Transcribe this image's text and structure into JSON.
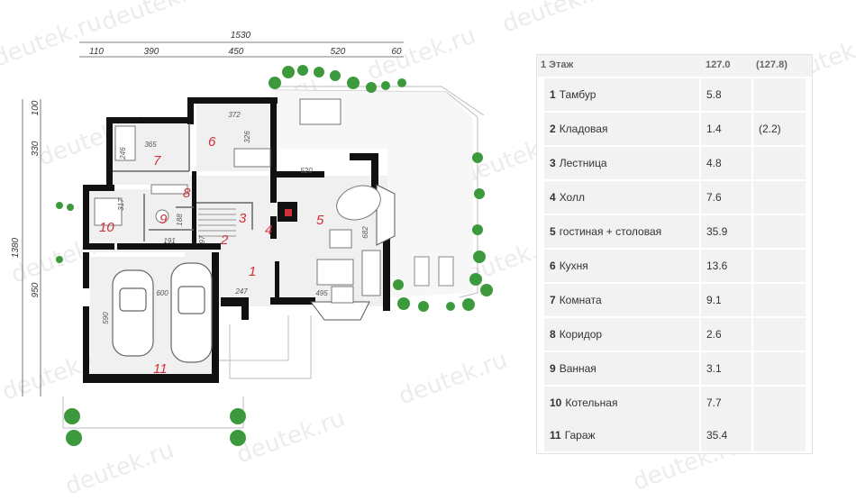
{
  "watermark": "deutek.ru",
  "plan": {
    "total_width": "1530",
    "top_dims": [
      "110",
      "390",
      "450",
      "520",
      "60"
    ],
    "left_dims": [
      "1380",
      "100",
      "330",
      "950"
    ],
    "inner_dims": [
      "372",
      "365",
      "326",
      "246",
      "520",
      "317",
      "188",
      "191",
      "97",
      "682",
      "600",
      "590",
      "247",
      "495"
    ],
    "room_numbers": [
      "1",
      "2",
      "3",
      "4",
      "5",
      "6",
      "7",
      "8",
      "9",
      "10",
      "11"
    ]
  },
  "table": {
    "header": {
      "floor": "1 Этаж",
      "area": "127.0",
      "area_alt": "(127.8)"
    },
    "rows": [
      {
        "num": "1",
        "name": "Тамбур",
        "area": "5.8",
        "alt": ""
      },
      {
        "num": "2",
        "name": "Кладовая",
        "area": "1.4",
        "alt": "(2.2)"
      },
      {
        "num": "3",
        "name": "Лестница",
        "area": "4.8",
        "alt": ""
      },
      {
        "num": "4",
        "name": "Холл",
        "area": "7.6",
        "alt": ""
      },
      {
        "num": "5",
        "name": "гостиная + столовая",
        "area": "35.9",
        "alt": ""
      },
      {
        "num": "6",
        "name": "Кухня",
        "area": "13.6",
        "alt": ""
      },
      {
        "num": "7",
        "name": "Комната",
        "area": "9.1",
        "alt": ""
      },
      {
        "num": "8",
        "name": "Коридор",
        "area": "2.6",
        "alt": ""
      },
      {
        "num": "9",
        "name": "Ванная",
        "area": "3.1",
        "alt": ""
      },
      {
        "num": "10",
        "name": "Котельная",
        "area": "7.7",
        "alt": ""
      },
      {
        "num": "11",
        "name": "Гараж",
        "area": "35.4",
        "alt": ""
      }
    ]
  }
}
